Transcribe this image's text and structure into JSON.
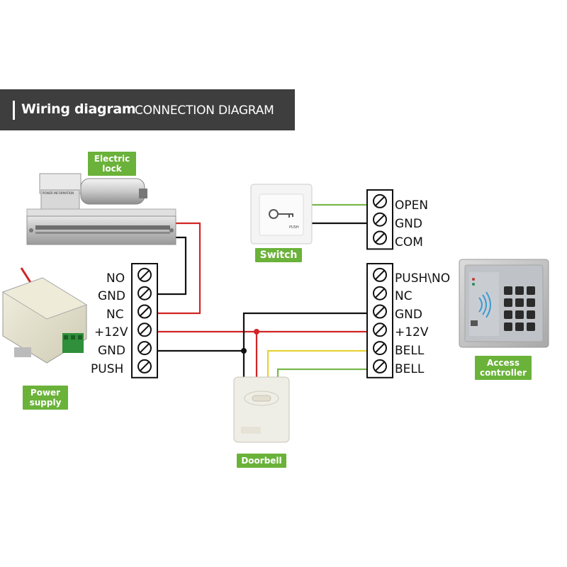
{
  "banner": {
    "title": "Wiring diagram",
    "subtitle": "CONNECTION DIAGRAM"
  },
  "tags": {
    "electric_lock": "Electric lock",
    "switch": "Switch",
    "power_supply": "Power supply",
    "doorbell": "Doorbell",
    "access_controller": "Access controller"
  },
  "left_block": {
    "terminals": [
      "NO",
      "GND",
      "NC",
      "+12V",
      "GND",
      "PUSH"
    ]
  },
  "switch_block": {
    "terminals": [
      "OPEN",
      "GND",
      "COM"
    ]
  },
  "right_block": {
    "terminals": [
      "PUSH\\NO",
      "NC",
      "GND",
      "+12V",
      "BELL",
      "BELL"
    ]
  },
  "devices": {
    "switch_face_text": "PUSH",
    "power_supply_label": "POWER INFORMATION"
  },
  "colors": {
    "red": "#d22424",
    "black": "#111111",
    "green": "#79b84a",
    "yellow": "#e6d23a",
    "tag_green": "#6ab239"
  }
}
